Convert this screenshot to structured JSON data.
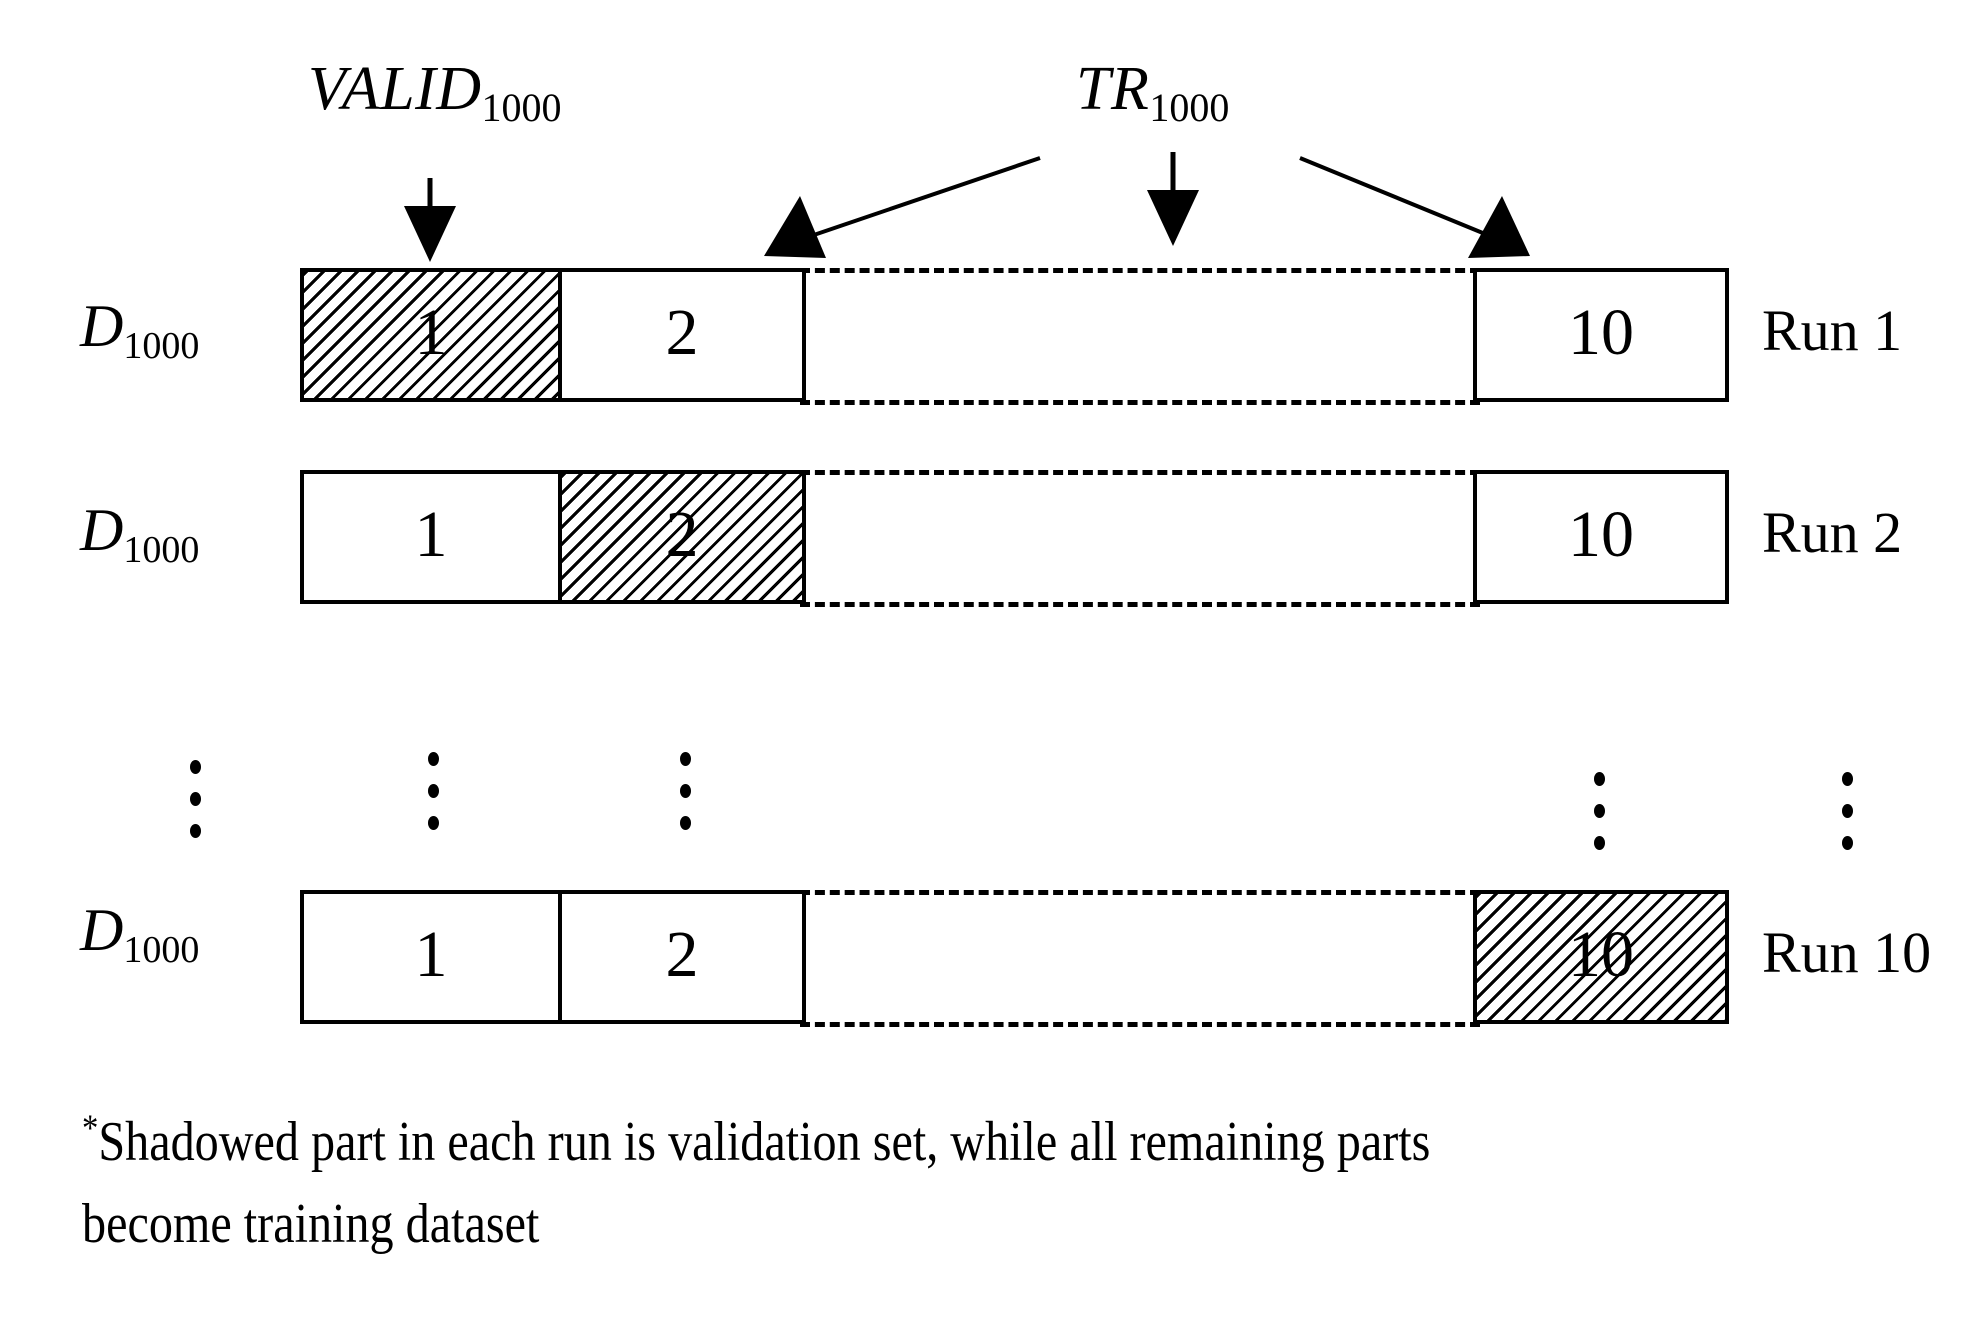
{
  "figure": {
    "type": "cross-validation-diagram",
    "annotations": {
      "valid_label": "VALID",
      "valid_label_sub": "1000",
      "tr_label": "TR",
      "tr_label_sub": "1000"
    },
    "dataset_label": "D",
    "dataset_label_sub": "1000",
    "rows": [
      {
        "run_label": "Run 1",
        "dataset_label": "D",
        "dataset_label_sub": "1000",
        "folds": [
          {
            "number": "1",
            "shaded": true
          },
          {
            "number": "2",
            "shaded": false
          },
          {
            "number": "10",
            "shaded": false
          }
        ]
      },
      {
        "run_label": "Run 2",
        "dataset_label": "D",
        "dataset_label_sub": "1000",
        "folds": [
          {
            "number": "1",
            "shaded": false
          },
          {
            "number": "2",
            "shaded": true
          },
          {
            "number": "10",
            "shaded": false
          }
        ]
      },
      {
        "run_label": "Run 10",
        "dataset_label": "D",
        "dataset_label_sub": "1000",
        "folds": [
          {
            "number": "1",
            "shaded": false
          },
          {
            "number": "2",
            "shaded": false
          },
          {
            "number": "10",
            "shaded": true
          }
        ]
      }
    ],
    "ellipsis_count": 5,
    "footnote_line1_star": "*",
    "footnote_line1": "Shadowed part in each run is validation set, while all remaining parts",
    "footnote_line2": "become training dataset",
    "colors": {
      "ink": "#000000",
      "paper": "#ffffff"
    }
  }
}
